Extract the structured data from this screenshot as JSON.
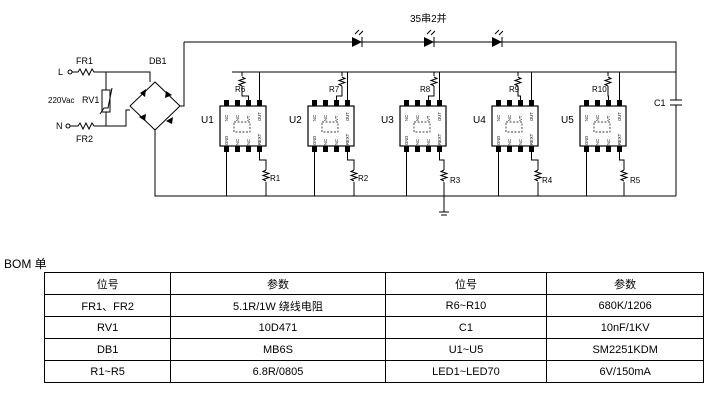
{
  "schematic": {
    "input": {
      "line": "L",
      "neutral": "N",
      "voltage": "220Vac"
    },
    "labels": {
      "fr1": "FR1",
      "fr2": "FR2",
      "rv1": "RV1",
      "db1": "DB1",
      "c1": "C1",
      "led_string": "35串2并"
    },
    "chips": [
      {
        "name": "U1",
        "r_top": "R6",
        "r_bottom": "R1"
      },
      {
        "name": "U2",
        "r_top": "R7",
        "r_bottom": "R2"
      },
      {
        "name": "U3",
        "r_top": "R8",
        "r_bottom": "R3"
      },
      {
        "name": "U4",
        "r_top": "R9",
        "r_bottom": "R4"
      },
      {
        "name": "U5",
        "r_top": "R10",
        "r_bottom": "R5"
      }
    ],
    "pins_top": [
      "NC",
      "NC",
      "VT",
      "OUT"
    ],
    "pins_bottom": [
      "GND",
      "NC",
      "NC",
      "REXT"
    ]
  },
  "bom": {
    "title": "BOM 单",
    "headers": [
      "位号",
      "参数",
      "位号",
      "参数"
    ],
    "rows": [
      [
        "FR1、FR2",
        "5.1R/1W  绕线电阻",
        "R6~R10",
        "680K/1206"
      ],
      [
        "RV1",
        "10D471",
        "C1",
        "10nF/1KV"
      ],
      [
        "DB1",
        "MB6S",
        "U1~U5",
        "SM2251KDM"
      ],
      [
        "R1~R5",
        "6.8R/0805",
        "LED1~LED70",
        "6V/150mA"
      ]
    ]
  }
}
